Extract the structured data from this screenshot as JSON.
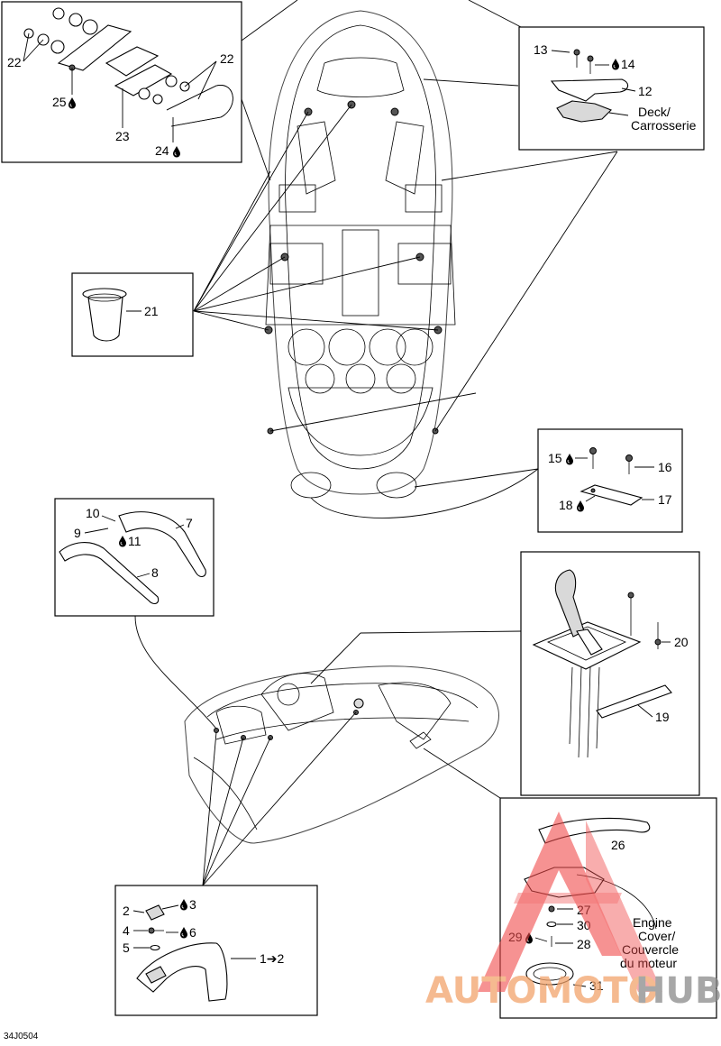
{
  "diagram_code": "34J0504",
  "watermark": {
    "text_part1": "AUTOMOTO",
    "text_part2": "HUB",
    "colors": {
      "part1": "#f2a36b",
      "part2": "#8a8a8a",
      "triangle": "#f04a4a"
    }
  },
  "labels": {
    "l22a": "22",
    "l22b": "22",
    "l23": "23",
    "l24": "24",
    "l25": "25",
    "l13": "13",
    "l14": "14",
    "l12": "12",
    "deck": "Deck/",
    "carrosserie": "Carrosserie",
    "l21": "21",
    "l15": "15",
    "l16": "16",
    "l17": "17",
    "l18": "18",
    "l10": "10",
    "l9": "9",
    "l11": "11",
    "l7": "7",
    "l8": "8",
    "l20": "20",
    "l19": "19",
    "l26": "26",
    "l27": "27",
    "l30": "30",
    "l28": "28",
    "l29": "29",
    "l31": "31",
    "engine_cover": "Engine",
    "cover": "Cover/",
    "couvercle": "Couvercle",
    "du_moteur": "du moteur",
    "l2": "2",
    "l3": "3",
    "l4": "4",
    "l6": "6",
    "l5": "5",
    "l1to2": "1➔2"
  },
  "icons": [
    "thread-locker-drop-icon"
  ]
}
